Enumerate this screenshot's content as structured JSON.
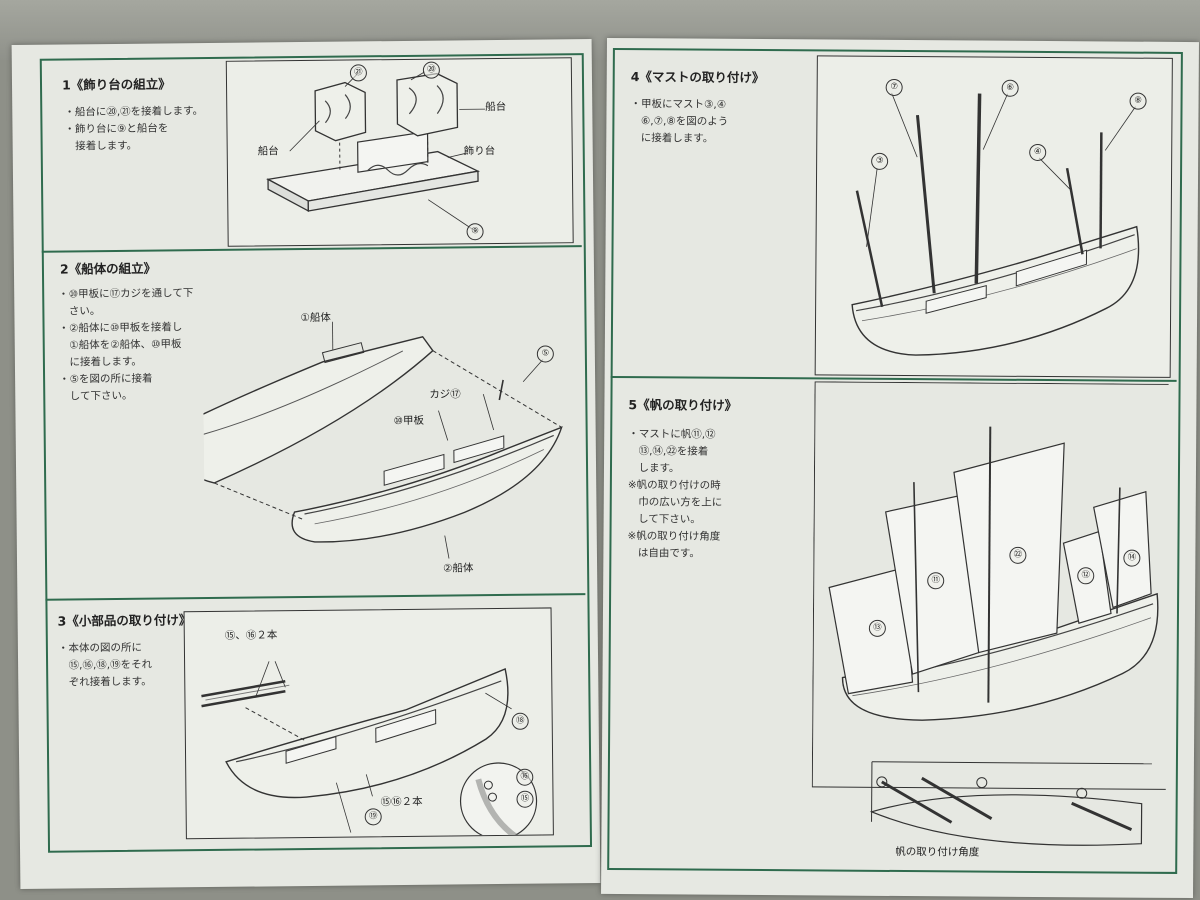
{
  "left_page": {
    "step1": {
      "title": "1《飾り台の組立》",
      "bullets": [
        "・船台に⑳,㉑を接着します。",
        "・飾り台に⑨と船台を",
        "　接着します。"
      ],
      "labels": {
        "p21": "㉑",
        "p20": "⑳",
        "stand_left": "船台",
        "stand_right": "船台",
        "base": "飾り台",
        "p9": "⑨"
      }
    },
    "step2": {
      "title": "2《船体の組立》",
      "bullets": [
        "・⑩甲板に⑰カジを通して下",
        "　さい。",
        "・②船体に⑩甲板を接着し",
        "　①船体を②船体、⑩甲板",
        "　に接着します。",
        "・⑤を図の所に接着",
        "　して下さい。"
      ],
      "labels": {
        "hull1": "①船体",
        "p5": "⑤",
        "rudder": "カジ⑰",
        "deck": "⑩甲板",
        "hull2": "②船体"
      }
    },
    "step3": {
      "title": "3《小部品の取り付け》",
      "bullets": [
        "・本体の図の所に",
        "　⑮,⑯,⑱,⑲をそれ",
        "　ぞれ接着します。"
      ],
      "labels": {
        "rods_top": "⑮、⑯２本",
        "p18": "⑱",
        "rods_bottom": "⑮⑯２本",
        "p19": "⑲",
        "p16": "⑯",
        "p15": "⑮"
      }
    }
  },
  "right_page": {
    "step4": {
      "title": "4《マストの取り付け》",
      "bullets": [
        "・甲板にマスト③,④",
        "　⑥,⑦,⑧を図のよう",
        "　に接着します。"
      ],
      "labels": {
        "p7": "⑦",
        "p6": "⑥",
        "p8": "⑧",
        "p3": "③",
        "p4": "④"
      }
    },
    "step5": {
      "title": "5《帆の取り付け》",
      "bullets": [
        "・マストに帆⑪,⑫",
        "　⑬,⑭,㉒を接着",
        "　します。",
        "※帆の取り付けの時",
        "　巾の広い方を上に",
        "　して下さい。",
        "※帆の取り付け角度",
        "　は自由です。"
      ],
      "labels": {
        "s11": "⑪",
        "s22": "㉒",
        "s12": "⑫",
        "s14": "⑭",
        "s13": "⑬",
        "angle_caption": "帆の取り付け角度"
      }
    }
  },
  "colors": {
    "frame": "#2f6b4e",
    "paper": "#e6e8e2",
    "ink": "#333333"
  }
}
